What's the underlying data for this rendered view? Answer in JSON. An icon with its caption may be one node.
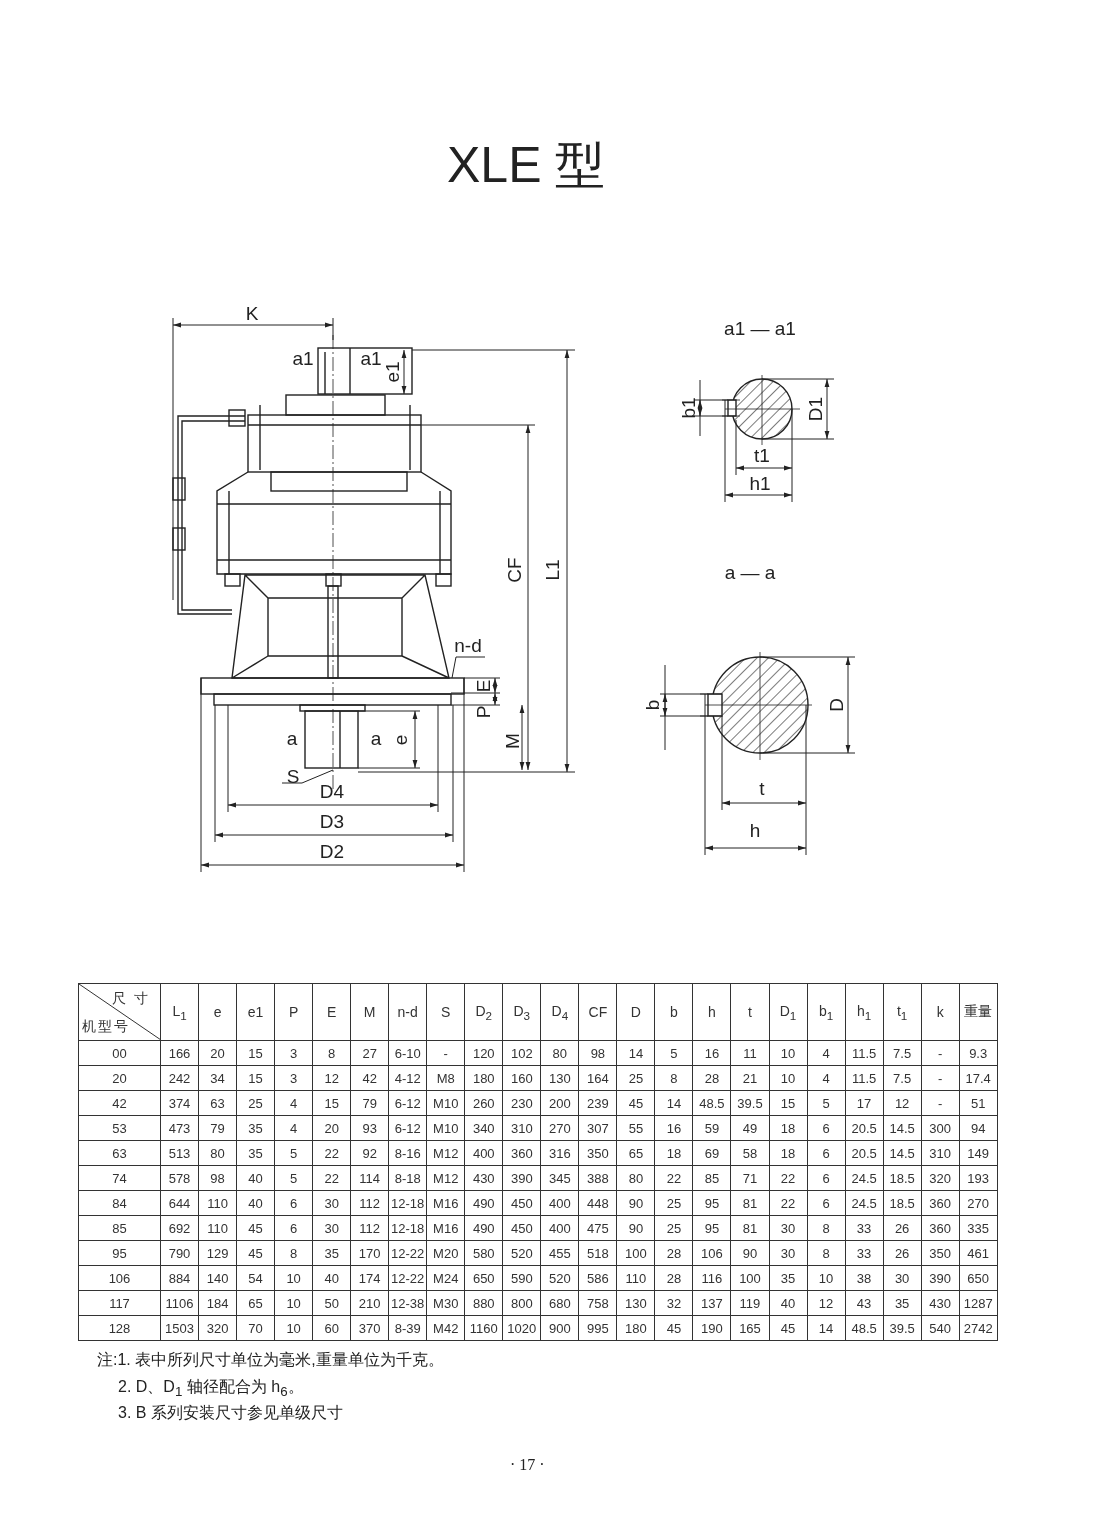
{
  "diagram": {
    "title": "XLE 型",
    "labels": [
      "K",
      "a1",
      "a1",
      "e1",
      "CF",
      "L1",
      "n-d",
      "E",
      "P",
      "a",
      "a",
      "e",
      "M",
      "S",
      "D4",
      "D3",
      "D2",
      "a1 — a1",
      "b1",
      "D1",
      "t1",
      "h1",
      "a — a",
      "b",
      "D",
      "t",
      "h",
      "尺寸",
      "机型号",
      "L$_{1}$",
      "e",
      "e1",
      "P",
      "E",
      "M",
      "n-d",
      "S",
      "D$_{2}$",
      "D$_{3}$",
      "D$_{4}$",
      "CF",
      "D",
      "b",
      "h",
      "t",
      "D$_{1}$",
      "b$_{1}$",
      "h$_{1}$",
      "t$_{1}$",
      "k",
      "重量",
      "00",
      "166",
      "20",
      "15",
      "3",
      "8",
      "27",
      "6-10",
      "-",
      "120",
      "102",
      "80",
      "98",
      "14",
      "5",
      "16",
      "11",
      "10",
      "4",
      "11.5",
      "7.5",
      "-",
      "9.3",
      "20",
      "242",
      "34",
      "15",
      "3",
      "12",
      "42",
      "4-12",
      "M8",
      "180",
      "160",
      "130",
      "164",
      "25",
      "8",
      "28",
      "21",
      "10",
      "4",
      "11.5",
      "7.5",
      "-",
      "17.4",
      "42",
      "374",
      "63",
      "25",
      "4",
      "15",
      "79",
      "6-12",
      "M10",
      "260",
      "230",
      "200",
      "239",
      "45",
      "14",
      "48.5",
      "39.5",
      "15",
      "5",
      "17",
      "12",
      "-",
      "51",
      "53",
      "473",
      "79",
      "35",
      "4",
      "20",
      "93",
      "6-12",
      "M10",
      "340",
      "310",
      "270",
      "307",
      "55",
      "16",
      "59",
      "49",
      "18",
      "6",
      "20.5",
      "14.5",
      "300",
      "94",
      "63",
      "513",
      "80",
      "35",
      "5",
      "22",
      "92",
      "8-16",
      "M12",
      "400",
      "360",
      "316",
      "350",
      "65",
      "18",
      "69",
      "58",
      "18",
      "6",
      "20.5",
      "14.5",
      "310",
      "149",
      "74",
      "578",
      "98",
      "40",
      "5",
      "22",
      "114",
      "8-18",
      "M12",
      "430",
      "390",
      "345",
      "388",
      "80",
      "22",
      "85",
      "71",
      "22",
      "6",
      "24.5",
      "18.5",
      "320",
      "193",
      "84",
      "644",
      "110",
      "40",
      "6",
      "30",
      "112",
      "12-18",
      "M16",
      "490",
      "450",
      "400",
      "448",
      "90",
      "25",
      "95",
      "81",
      "22",
      "6",
      "24.5",
      "18.5",
      "360",
      "270",
      "85",
      "692",
      "110",
      "45",
      "6",
      "30",
      "112",
      "12-18",
      "M16",
      "490",
      "450",
      "400",
      "475",
      "90",
      "25",
      "95",
      "81",
      "30",
      "8",
      "33",
      "26",
      "360",
      "335",
      "95",
      "790",
      "129",
      "45",
      "8",
      "35",
      "170",
      "12-22",
      "M20",
      "580",
      "520",
      "455",
      "518",
      "100",
      "28",
      "106",
      "90",
      "30",
      "8",
      "33",
      "26",
      "350",
      "461",
      "106",
      "884",
      "140",
      "54",
      "10",
      "40",
      "174",
      "12-22",
      "M24",
      "650",
      "590",
      "520",
      "586",
      "110",
      "28",
      "116",
      "100",
      "35",
      "10",
      "38",
      "30",
      "390",
      "650",
      "117",
      "1106",
      "184",
      "65",
      "10",
      "50",
      "210",
      "12-38",
      "M30",
      "880",
      "800",
      "680",
      "758",
      "130",
      "32",
      "137",
      "119",
      "40",
      "12",
      "43",
      "35",
      "430",
      "1287",
      "128",
      "1503",
      "320",
      "70",
      "10",
      "60",
      "370",
      "8-39",
      "M42",
      "1160",
      "1020",
      "900",
      "995",
      "180",
      "45",
      "190",
      "165",
      "45",
      "14",
      "48.5",
      "39.5",
      "540",
      "2742",
      "注:1. 表中所列尺寸单位为毫米,重量单位为千克。",
      "2. D、D$_{1}$ 轴径配合为 h$_{6}$。",
      "3. B 系列安装尺寸参见单级尺寸",
      "· 17 ·"
    ]
  }
}
